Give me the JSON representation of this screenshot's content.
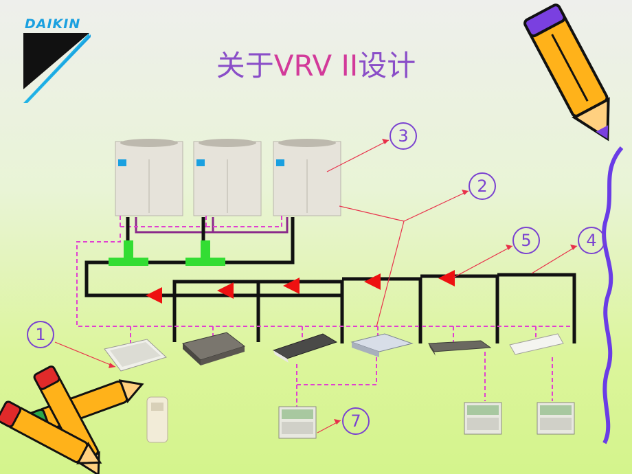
{
  "slide": {
    "logo_text": "DAIKIN",
    "title_prefix": "关于",
    "title_accent": "VRV II",
    "title_suffix": "设计",
    "callouts": {
      "c1": "1",
      "c2": "2",
      "c3": "3",
      "c4": "4",
      "c5": "5",
      "c7": "7"
    }
  },
  "colors": {
    "title": "#8a4ec8",
    "title_accent": "#d23a9a",
    "callout": "#7a42d0",
    "refrigerant_pipe": "#111111",
    "branch_joint": "#33dd33",
    "flow_arrow": "#ee1111",
    "control_wiring": "#e040d0",
    "outdoor_link": "#8a2a8a",
    "leader_line": "#e8304a"
  },
  "icons": [
    "daikin-logo-icon",
    "pencil-icon",
    "wavy-border-icon",
    "outdoor-unit-icon",
    "indoor-unit-icon",
    "remote-controller-icon",
    "central-controller-icon",
    "arrow-icon"
  ]
}
